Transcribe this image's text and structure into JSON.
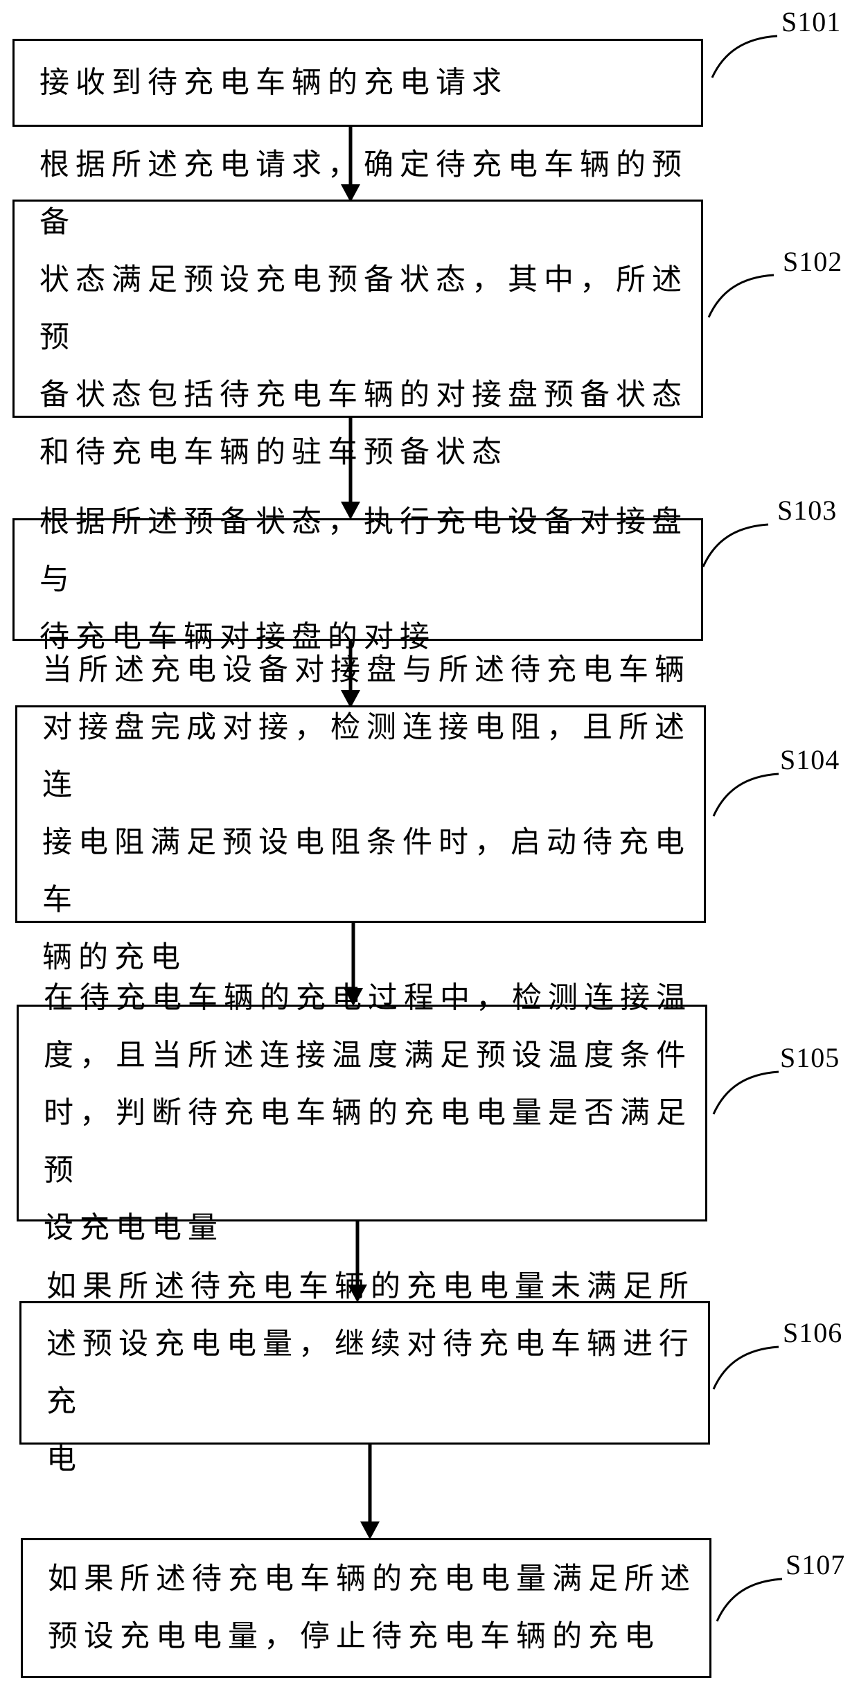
{
  "flowchart": {
    "steps": [
      {
        "id": "S101",
        "text": "接收到待充电车辆的充电请求"
      },
      {
        "id": "S102",
        "text": "根据所述充电请求，确定待充电车辆的预备\n状态满足预设充电预备状态，其中，所述预\n备状态包括待充电车辆的对接盘预备状态\n和待充电车辆的驻车预备状态"
      },
      {
        "id": "S103",
        "text": "根据所述预备状态，执行充电设备对接盘与\n待充电车辆对接盘的对接"
      },
      {
        "id": "S104",
        "text": "当所述充电设备对接盘与所述待充电车辆\n对接盘完成对接，检测连接电阻，且所述连\n接电阻满足预设电阻条件时，启动待充电车\n辆的充电"
      },
      {
        "id": "S105",
        "text": "在待充电车辆的充电过程中，检测连接温\n度，且当所述连接温度满足预设温度条件\n时，判断待充电车辆的充电电量是否满足预\n设充电电量"
      },
      {
        "id": "S106",
        "text": "如果所述待充电车辆的充电电量未满足所\n述预设充电电量，继续对待充电车辆进行充\n电"
      },
      {
        "id": "S107",
        "text": "如果所述待充电车辆的充电电量满足所述\n预设充电电量，停止待充电车辆的充电"
      }
    ],
    "colors": {
      "line": "#000000",
      "background": "#ffffff"
    }
  }
}
